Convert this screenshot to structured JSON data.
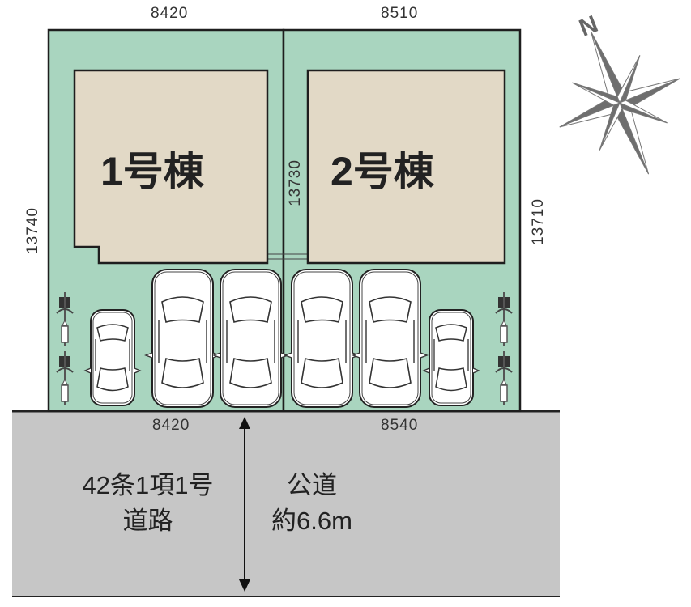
{
  "lots": [
    {
      "building_label": "1号棟",
      "top_width": "8420",
      "bottom_width": "8420",
      "left_depth": "13740"
    },
    {
      "building_label": "2号棟",
      "top_width": "8510",
      "bottom_width": "8540",
      "right_depth": "13710"
    }
  ],
  "shared_depth": "13730",
  "road": {
    "type_line1": "42条1項1号",
    "type_line2": "道路",
    "name": "公道",
    "width": "約6.6m"
  },
  "compass": {
    "label": "N"
  },
  "colors": {
    "lot": "#a9d5bf",
    "building": "#e2d9c6",
    "road": "#c6c6c6",
    "outline": "#1e1e1e"
  }
}
